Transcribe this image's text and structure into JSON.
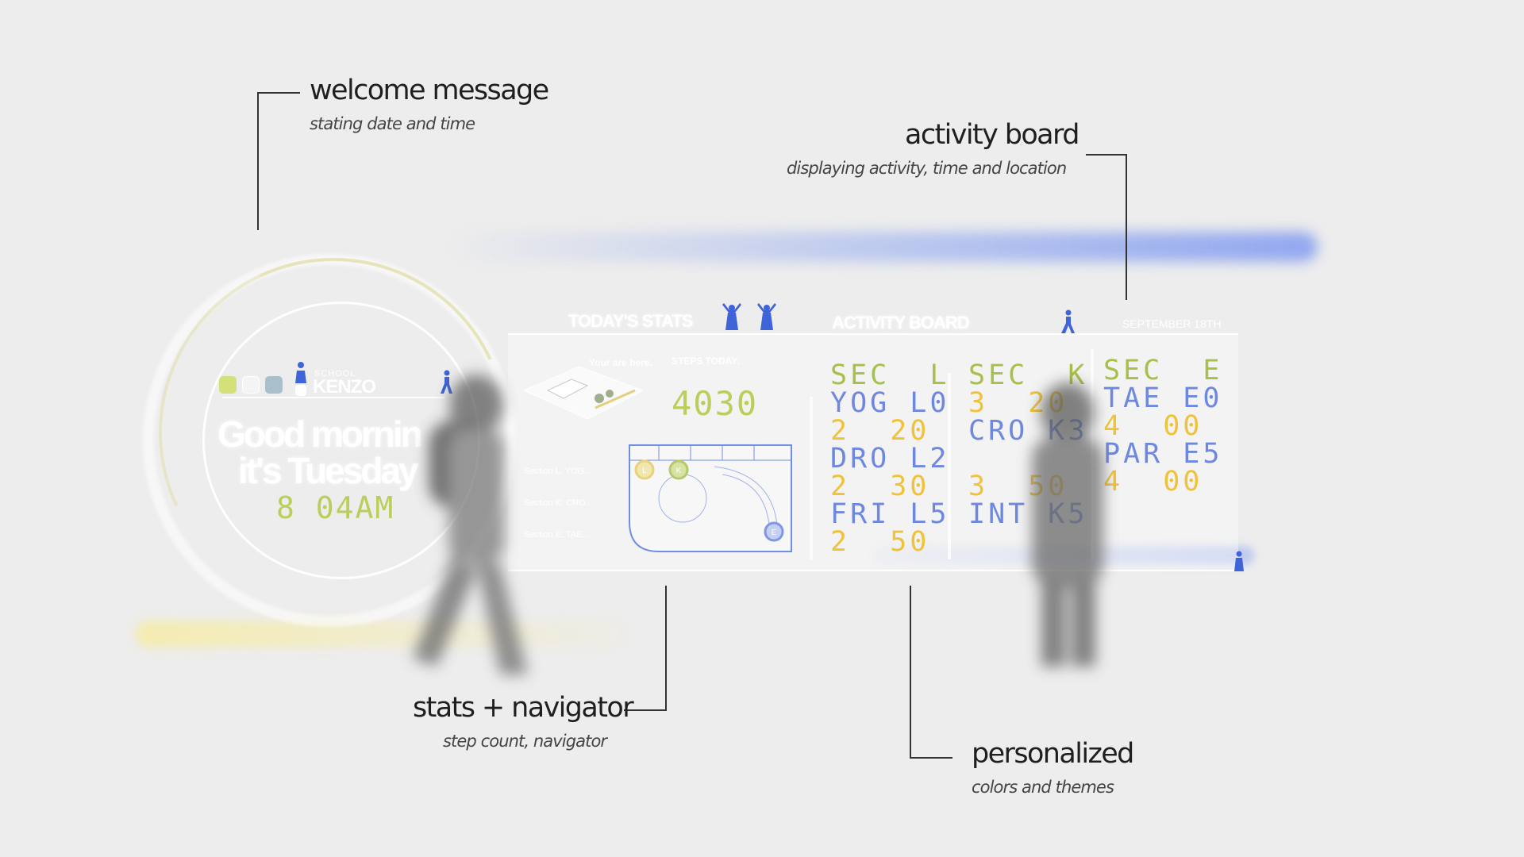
{
  "callouts": {
    "welcome": {
      "title": "welcome message",
      "subtitle": "stating date and time"
    },
    "activity": {
      "title": "activity board",
      "subtitle": "displaying activity, time and location"
    },
    "stats": {
      "title": "stats + navigator",
      "subtitle": "step count, navigator"
    },
    "personalized": {
      "title": "personalized",
      "subtitle": "colors and themes"
    }
  },
  "welcome_panel": {
    "school_label": "SCHOOL",
    "school_name": "KENZO",
    "greeting_line1": "Good mornin",
    "greeting_line2": "it's Tuesday",
    "time": "8 04AM",
    "swatch_colors": [
      "#d4e07a",
      "#f4f4f4",
      "#a9c0cc"
    ]
  },
  "stats_panel": {
    "header": "TODAY'S STATS",
    "your_are_here": "Your are here.",
    "steps_label": "STEPS TODAY:",
    "steps_value": "4030",
    "sections": [
      "Section L: YOG...",
      "Section K: CRO...",
      "Section E: TAE..."
    ],
    "map_markers": [
      "L",
      "K",
      "E"
    ]
  },
  "activity_board": {
    "header": "ACTIVITY BOARD",
    "date": "SEPTEMBER 18TH",
    "columns": [
      {
        "rows": [
          {
            "text": "SEC  L",
            "color": "green"
          },
          {
            "text": "YOG L0",
            "color": "blue"
          },
          {
            "text": "2  20",
            "color": "yellow"
          },
          {
            "text": "DRO L2",
            "color": "blue"
          },
          {
            "text": "2  30",
            "color": "yellow"
          },
          {
            "text": "FRI L5",
            "color": "blue"
          },
          {
            "text": "2  50",
            "color": "yellow"
          }
        ]
      },
      {
        "rows": [
          {
            "text": "SEC  K",
            "color": "green"
          },
          {
            "text": "3  20",
            "color": "yellow"
          },
          {
            "text": "CRO K3",
            "color": "blue"
          },
          {
            "text": "",
            "color": "blue"
          },
          {
            "text": "3  50",
            "color": "yellow"
          },
          {
            "text": "INT K5",
            "color": "blue"
          }
        ]
      },
      {
        "rows": [
          {
            "text": "SEC  E",
            "color": "green"
          },
          {
            "text": "TAE E0",
            "color": "blue"
          },
          {
            "text": "4  00",
            "color": "yellow"
          },
          {
            "text": "PAR E5",
            "color": "blue"
          },
          {
            "text": "4  00",
            "color": "yellow"
          }
        ]
      }
    ]
  },
  "colors": {
    "accent_green": "#a7c04a",
    "accent_blue": "#6f88df",
    "accent_yellow": "#f0c23a",
    "icon_blue": "#3f63d8"
  }
}
